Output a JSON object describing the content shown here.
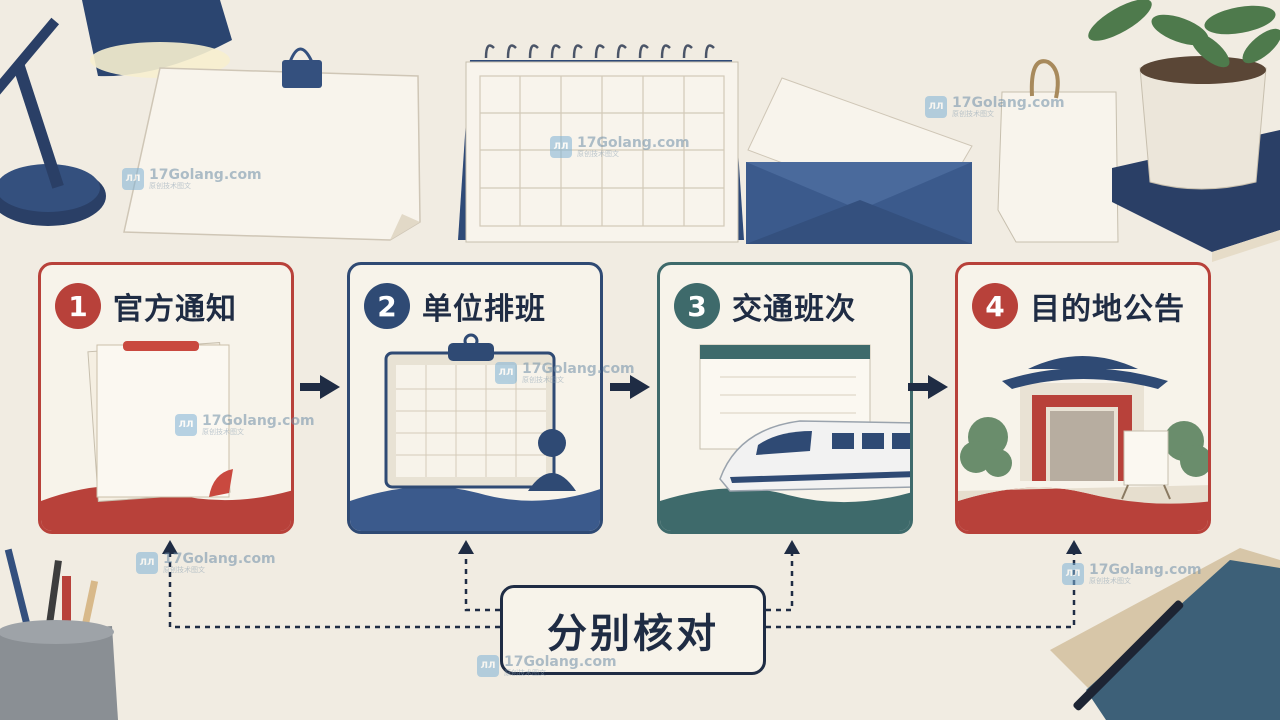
{
  "steps": [
    {
      "number": "1",
      "title": "官方通知",
      "accent": "#b8413a"
    },
    {
      "number": "2",
      "title": "单位排班",
      "accent": "#2f4a74"
    },
    {
      "number": "3",
      "title": "交通班次",
      "accent": "#3e6a6b"
    },
    {
      "number": "4",
      "title": "目的地公告",
      "accent": "#b8413a"
    }
  ],
  "center": {
    "label": "分别核对"
  },
  "watermark": {
    "site": "17Golang.com",
    "sub": "原创技术图文",
    "logo_text": "ЛЛ"
  },
  "colors": {
    "background": "#f1ece2",
    "navy": "#1f2c44",
    "red": "#b8413a",
    "blue": "#2f4a74",
    "teal": "#3e6a6b",
    "paper": "#f7f3ea"
  },
  "icons": [
    "desk-lamp-icon",
    "clipped-note-icon",
    "desk-calendar-icon",
    "envelope-ticket-icon",
    "tag-icon",
    "potted-plant-icon",
    "book-icon",
    "pencil-cup-icon",
    "notebook-pen-icon",
    "notice-paper-icon",
    "clipboard-schedule-icon",
    "high-speed-train-icon",
    "gate-building-icon"
  ]
}
